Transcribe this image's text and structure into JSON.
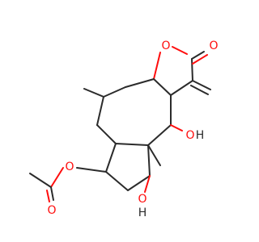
{
  "diagram": {
    "type": "skeletal-structure",
    "atom_color": "#2b2b2b",
    "heteroatom_color": "#ff0d0d",
    "labels": {
      "ring_oxygen": "O",
      "carbonyl_oxygen": "O",
      "hydroxyl_upper": {
        "o": "O",
        "h": "H"
      },
      "hydroxyl_lower": {
        "o": "O",
        "h": "H"
      },
      "acetate_ether_oxygen": "O",
      "acetate_carbonyl_oxygen": "O"
    }
  }
}
